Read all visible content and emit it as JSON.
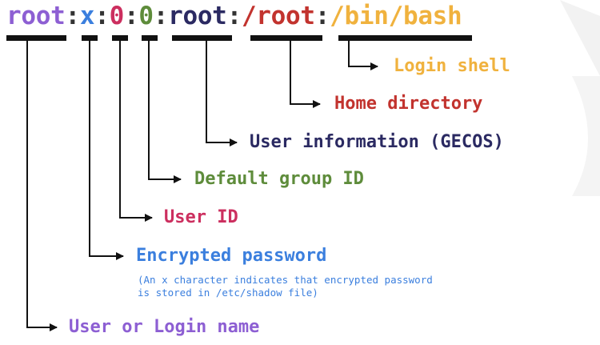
{
  "colors": {
    "purple": "#8d5fd3",
    "blue": "#3b7fde",
    "crimson": "#cc2f5f",
    "green": "#5e8c3b",
    "navy": "#2b2a62",
    "red": "#c2332e",
    "gold": "#f0b23e",
    "black": "#111111"
  },
  "entry": {
    "username": "root",
    "sep1": ":",
    "password": "x",
    "sep2": ":",
    "uid": "0",
    "sep3": ":",
    "gid": "0",
    "sep4": ":",
    "gecos": "root",
    "sep5": ":",
    "home": "/root",
    "sep6": ":",
    "shell": "/bin/bash"
  },
  "labels": {
    "login_shell": "Login shell",
    "home_directory": "Home directory",
    "user_information": "User information (GECOS)",
    "default_group_id": "Default group ID",
    "user_id": "User ID",
    "encrypted_password": "Encrypted password",
    "encrypted_password_note_line1": "(An x character indicates that encrypted password",
    "encrypted_password_note_line2": "is stored in /etc/shadow file)",
    "user_or_login_name": "User or Login name"
  }
}
